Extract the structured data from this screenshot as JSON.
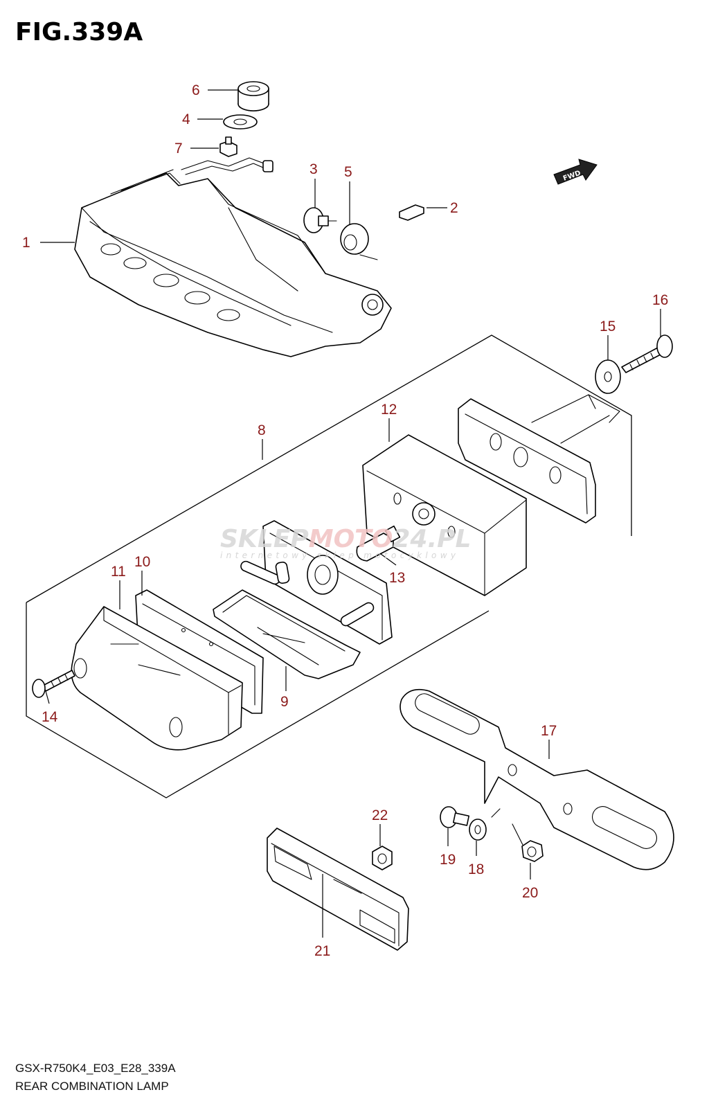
{
  "figure": {
    "title": "FIG.339A",
    "model_code": "GSX-R750K4_E03_E28_339A",
    "caption": "REAR COMBINATION LAMP",
    "direction_badge": "FWD"
  },
  "watermark": {
    "brand_part1": "SKLEP",
    "brand_part2": "MOTO",
    "brand_part3": "24.PL",
    "tagline": "internetowy sklep motocyklowy"
  },
  "callouts": [
    {
      "id": "callout-1",
      "label": "1"
    },
    {
      "id": "callout-2",
      "label": "2"
    },
    {
      "id": "callout-3",
      "label": "3"
    },
    {
      "id": "callout-4",
      "label": "4"
    },
    {
      "id": "callout-5",
      "label": "5"
    },
    {
      "id": "callout-6",
      "label": "6"
    },
    {
      "id": "callout-7",
      "label": "7"
    },
    {
      "id": "callout-8",
      "label": "8"
    },
    {
      "id": "callout-9",
      "label": "9"
    },
    {
      "id": "callout-10",
      "label": "10"
    },
    {
      "id": "callout-11",
      "label": "11"
    },
    {
      "id": "callout-12",
      "label": "12"
    },
    {
      "id": "callout-13",
      "label": "13"
    },
    {
      "id": "callout-14",
      "label": "14"
    },
    {
      "id": "callout-15",
      "label": "15"
    },
    {
      "id": "callout-16",
      "label": "16"
    },
    {
      "id": "callout-17",
      "label": "17"
    },
    {
      "id": "callout-18",
      "label": "18"
    },
    {
      "id": "callout-19",
      "label": "19"
    },
    {
      "id": "callout-20",
      "label": "20"
    },
    {
      "id": "callout-21",
      "label": "21"
    },
    {
      "id": "callout-22",
      "label": "22"
    }
  ],
  "colors": {
    "callout": "#8b1a1a",
    "line": "#000000",
    "background": "#ffffff"
  }
}
